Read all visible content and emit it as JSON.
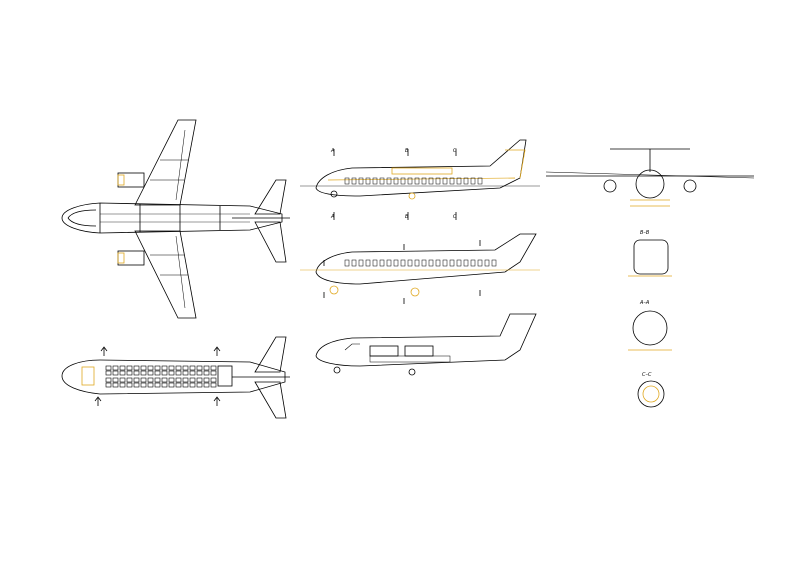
{
  "colors": {
    "background": "#ffffff",
    "line": "#000000",
    "accent": "#e0a820"
  },
  "section_labels": {
    "a": "A",
    "b": "B",
    "c": "C"
  },
  "section_views": {
    "b_b": "B–B",
    "a_a": "A–A",
    "c_c": "C–C"
  }
}
